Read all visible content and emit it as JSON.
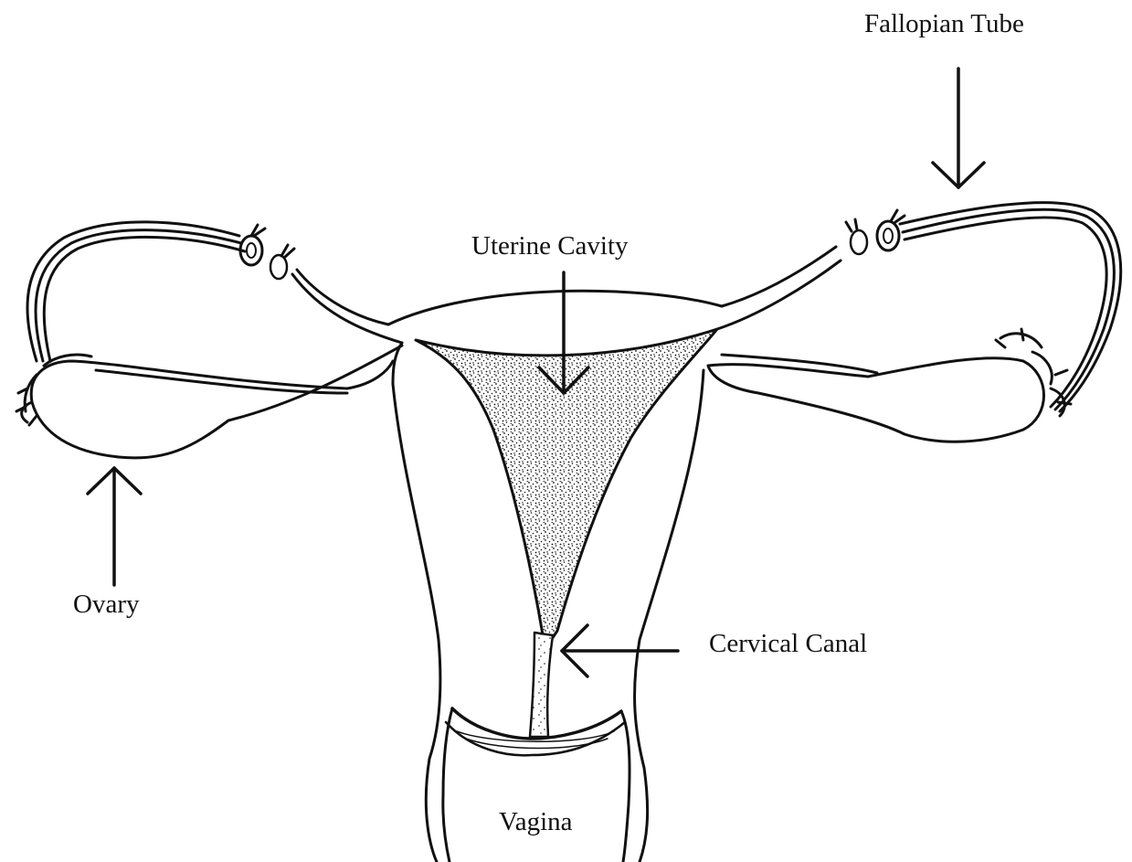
{
  "labels": {
    "fallopian_tube": "Fallopian Tube",
    "uterine_cavity": "Uterine Cavity",
    "ovary": "Ovary",
    "cervical_canal": "Cervical Canal",
    "vagina": "Vagina"
  },
  "colors": {
    "ink": "#111111",
    "background": "#ffffff"
  }
}
